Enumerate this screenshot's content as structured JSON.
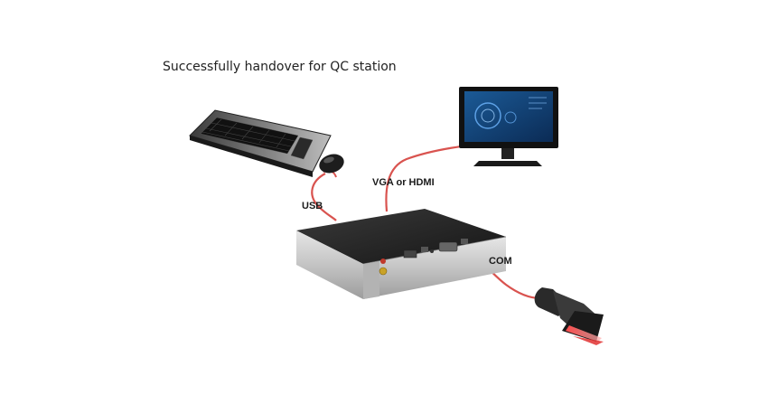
{
  "diagram": {
    "title": "Successfully handover for QC station",
    "connections": {
      "usb": "USB",
      "video": "VGA or HDMI",
      "serial": "COM"
    }
  },
  "colors": {
    "cable": "#d9534f",
    "box_top": "#2b2b2b",
    "box_front": "#cfcfcf",
    "scanner_light": "#e03030"
  },
  "icons": [
    "keyboard-icon",
    "mouse-icon",
    "monitor-icon",
    "mini-pc-icon",
    "barcode-scanner-icon"
  ]
}
